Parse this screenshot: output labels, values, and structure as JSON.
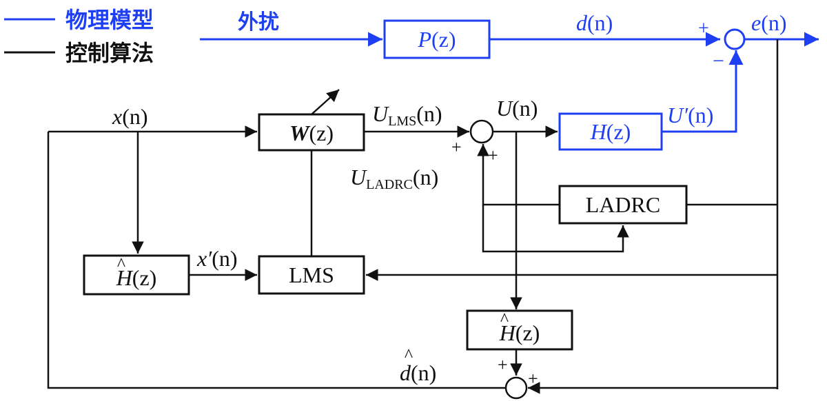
{
  "legend": {
    "physical_model": "物理模型",
    "control_algorithm": "控制算法",
    "physical_color": "#1f3ff2",
    "control_color": "#111111"
  },
  "signals": {
    "disturbance": "外扰",
    "d": "d",
    "e": "e",
    "x": "x",
    "x_prime": "x′",
    "U": "U",
    "U_prime": "U′",
    "U_LMS_main": "U",
    "U_LMS_sub": "LMS",
    "U_LADRC_main": "U",
    "U_LADRC_sub": "LADRC",
    "d_hat": "d",
    "n_arg": "(n)"
  },
  "blocks": {
    "P": "P",
    "H": "H",
    "W": "W",
    "H_hat_left": "H",
    "H_hat_bottom": "H",
    "z_arg": "(z)",
    "LADRC": "LADRC",
    "LMS": "LMS"
  },
  "signs": {
    "e_sum_plus": "+",
    "e_sum_minus": "−",
    "u_sum_plus_left": "+",
    "u_sum_plus_bottom": "+",
    "d_sum_plus_top": "+",
    "d_sum_plus_right": "+"
  },
  "hat": "^"
}
